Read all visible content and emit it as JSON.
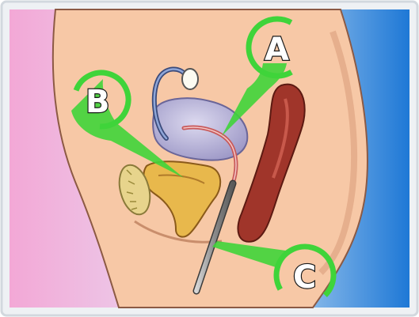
{
  "diagram": {
    "labels": {
      "a": "A",
      "b": "B",
      "c": "C"
    }
  },
  "colors": {
    "frame_border": "#d2d8de",
    "bg_left": "#f3a8d6",
    "bg_right": "#1e78d6",
    "skin": "#f7c8a6",
    "skin_shadow": "#e9ab87",
    "bladder": "#b6b2d6",
    "uterus": "#e8b84c",
    "intestine": "#a0352a",
    "callout_green": "#3fd43a",
    "probe": "#9a9a9a"
  }
}
